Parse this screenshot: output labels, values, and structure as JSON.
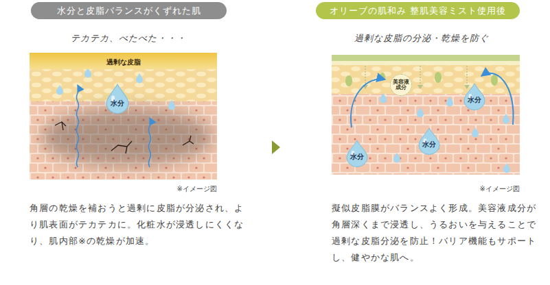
{
  "diagram": {
    "nodes": [
      {
        "text": [
          "水分と皮脂バランスがくずれた肌"
        ]
      },
      {
        "text": [
          "オリーブの肌和み 整肌美容ミスト使用後"
        ]
      },
      {
        "text": [
          "過剰な皮脂"
        ]
      },
      {
        "text": [
          "水分"
        ]
      },
      {
        "text": [
          "美容液成分"
        ]
      },
      {
        "text": [
          "水分"
        ]
      },
      {
        "text": [
          "水分"
        ]
      },
      {
        "text": [
          "水分"
        ]
      }
    ],
    "labels": [
      "テカテカ、べたべた・・・",
      "※イメージ図",
      "角層の乾燥を補おうと過剰に皮脂が分泌され、より肌表面がテカテカに。化粧水が浸透しにくくなり、肌内部※の乾燥が加速。",
      "過剰な皮脂の分泌・乾燥を防ぐ",
      "※イメージ図",
      "擬似皮脂膜がバランスよく形成。美容液成分が角層深くまで浸透し、うるおいを与えることで過剰な皮脂分泌を防止！バリア機能もサポートし、健やかな肌へ。"
    ]
  }
}
